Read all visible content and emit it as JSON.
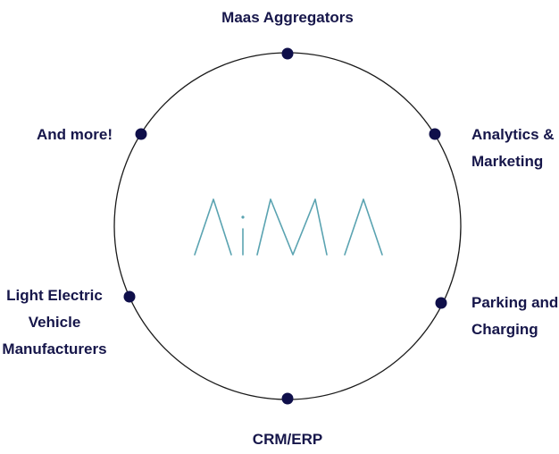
{
  "center_logo": "AiMA",
  "nodes": {
    "top": {
      "lines": [
        "Maas Aggregators"
      ]
    },
    "right_top": {
      "lines": [
        "Analytics &",
        "Marketing"
      ]
    },
    "right_bottom": {
      "lines": [
        "Parking and",
        "Charging"
      ]
    },
    "bottom": {
      "lines": [
        "CRM/ERP"
      ]
    },
    "left_bottom": {
      "lines": [
        "Light Electric",
        "Vehicle",
        "Manufacturers"
      ]
    },
    "left_top": {
      "lines": [
        "And more!"
      ]
    }
  },
  "colors": {
    "text": "#16164a",
    "dot": "#0f0f4a",
    "ring": "#1a1a1a",
    "logo": "#5aa3b1"
  }
}
